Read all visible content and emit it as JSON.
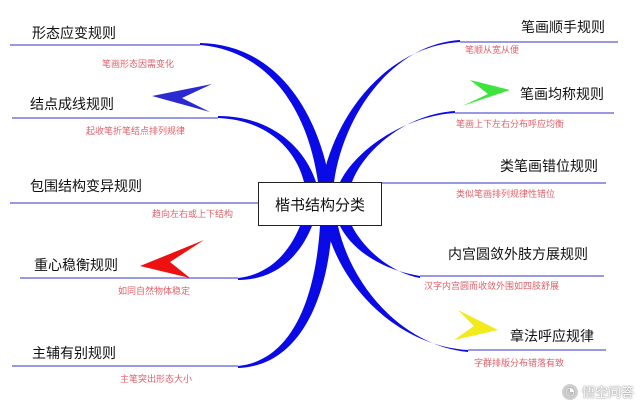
{
  "center": {
    "title": "楷书结构分类"
  },
  "left_nodes": [
    {
      "label": "形态应变规则",
      "sub": "笔画形态因需变化"
    },
    {
      "label": "结点成线规则",
      "sub": "起收笔折笔结点排列规律"
    },
    {
      "label": "包围结构变异规则",
      "sub": "趋向左右或上下结构"
    },
    {
      "label": "重心稳衡规则",
      "sub": "如同自然物体稳定"
    },
    {
      "label": "主辅有别规则",
      "sub": "主笔突出形态大小"
    }
  ],
  "right_nodes": [
    {
      "label": "笔画顺手规则",
      "sub": "笔顺从宽从便"
    },
    {
      "label": "笔画均称规则",
      "sub": "笔画上下左右分布呼应均衡"
    },
    {
      "label": "类笔画错位规则",
      "sub": "类似笔画排列规律性错位"
    },
    {
      "label": "内宫圆敛外肢方展规则",
      "sub": "汉字内宫圆而收敛外围如四肢舒展"
    },
    {
      "label": "章法呼应规律",
      "sub": "字群排版分布错落有致"
    }
  ],
  "arrows": [
    {
      "name": "blue-arrow",
      "color": "#2a2ad0"
    },
    {
      "name": "green-arrow",
      "color": "#3ee43e"
    },
    {
      "name": "red-arrow",
      "color": "#ee1111"
    },
    {
      "name": "yellow-arrow",
      "color": "#f2ea1a"
    }
  ],
  "colors": {
    "branch": "#0a0ae6",
    "underline": "#3232c8",
    "sub_text": "#e0606a"
  },
  "logo": {
    "text": "悟空问答"
  }
}
